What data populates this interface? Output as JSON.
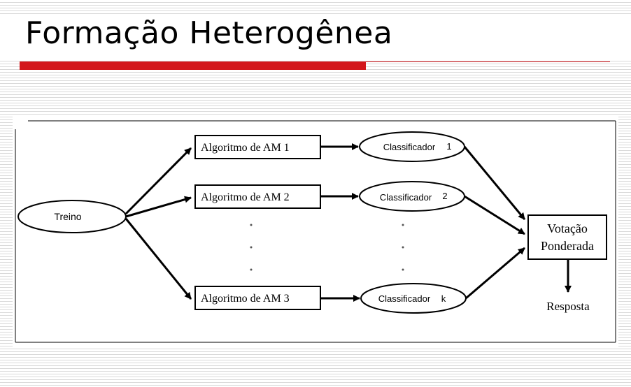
{
  "slide": {
    "title": "Formação Heterogênea"
  },
  "diagram": {
    "input": "Treino",
    "algorithms": [
      "Algoritmo de AM 1",
      "Algoritmo de AM 2",
      "Algoritmo de AM 3"
    ],
    "classifiers": [
      {
        "label": "Classificador",
        "index": "1"
      },
      {
        "label": "Classificador",
        "index": "2"
      },
      {
        "label": "Classificador",
        "index": "k"
      }
    ],
    "vote_line1": "Votação",
    "vote_line2": "Ponderada",
    "output": "Resposta"
  },
  "colors": {
    "accent": "#d3161b",
    "ink": "#000000"
  }
}
